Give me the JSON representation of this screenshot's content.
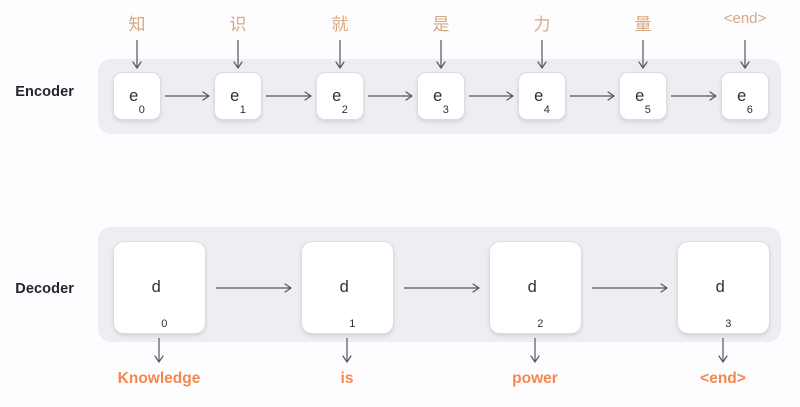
{
  "diagram": {
    "rows": {
      "encoder": {
        "label": "Encoder"
      },
      "decoder": {
        "label": "Decoder"
      }
    },
    "encoder": {
      "inputs": [
        "知",
        "识",
        "就",
        "是",
        "力",
        "量",
        "<end>"
      ],
      "cells": [
        {
          "base": "e",
          "sub": "0"
        },
        {
          "base": "e",
          "sub": "1"
        },
        {
          "base": "e",
          "sub": "2"
        },
        {
          "base": "e",
          "sub": "3"
        },
        {
          "base": "e",
          "sub": "4"
        },
        {
          "base": "e",
          "sub": "5"
        },
        {
          "base": "e",
          "sub": "6"
        }
      ]
    },
    "decoder": {
      "cells": [
        {
          "base": "d",
          "sub": "0"
        },
        {
          "base": "d",
          "sub": "1"
        },
        {
          "base": "d",
          "sub": "2"
        },
        {
          "base": "d",
          "sub": "3"
        }
      ],
      "outputs": [
        "Knowledge",
        "is",
        "power",
        "<end>"
      ]
    },
    "colors": {
      "input_token": "#d7a87f",
      "output_token": "#f5874f",
      "band": "#eeedf2",
      "cell_fill": "#ffffff",
      "cell_border": "#dcdce1",
      "arrow": "#55565c",
      "label_text": "#24252a",
      "page_background": "#fdfcfe"
    }
  }
}
